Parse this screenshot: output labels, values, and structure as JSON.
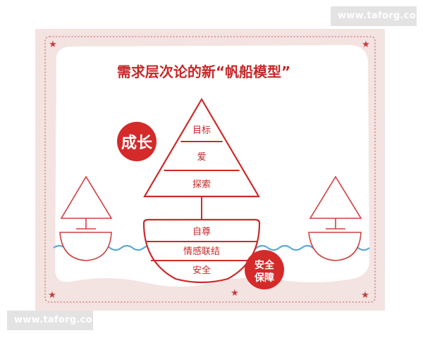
{
  "title": "需求层次论的新“帆船模型”",
  "growth_label": "成长",
  "security_label_1": "安全",
  "security_label_2": "保障",
  "pyramid_levels": [
    "目标",
    "爱",
    "探索"
  ],
  "hull_levels": [
    "自尊",
    "情感联结",
    "安全"
  ],
  "watermark_top": "www.taforg.com",
  "watermark_bottom": "www.taforg.com",
  "colors": {
    "accent": "#cc2a2a",
    "frame_bg": "#f3e3e1",
    "water": "#5aa9d6",
    "side_boat": "#d04040"
  }
}
